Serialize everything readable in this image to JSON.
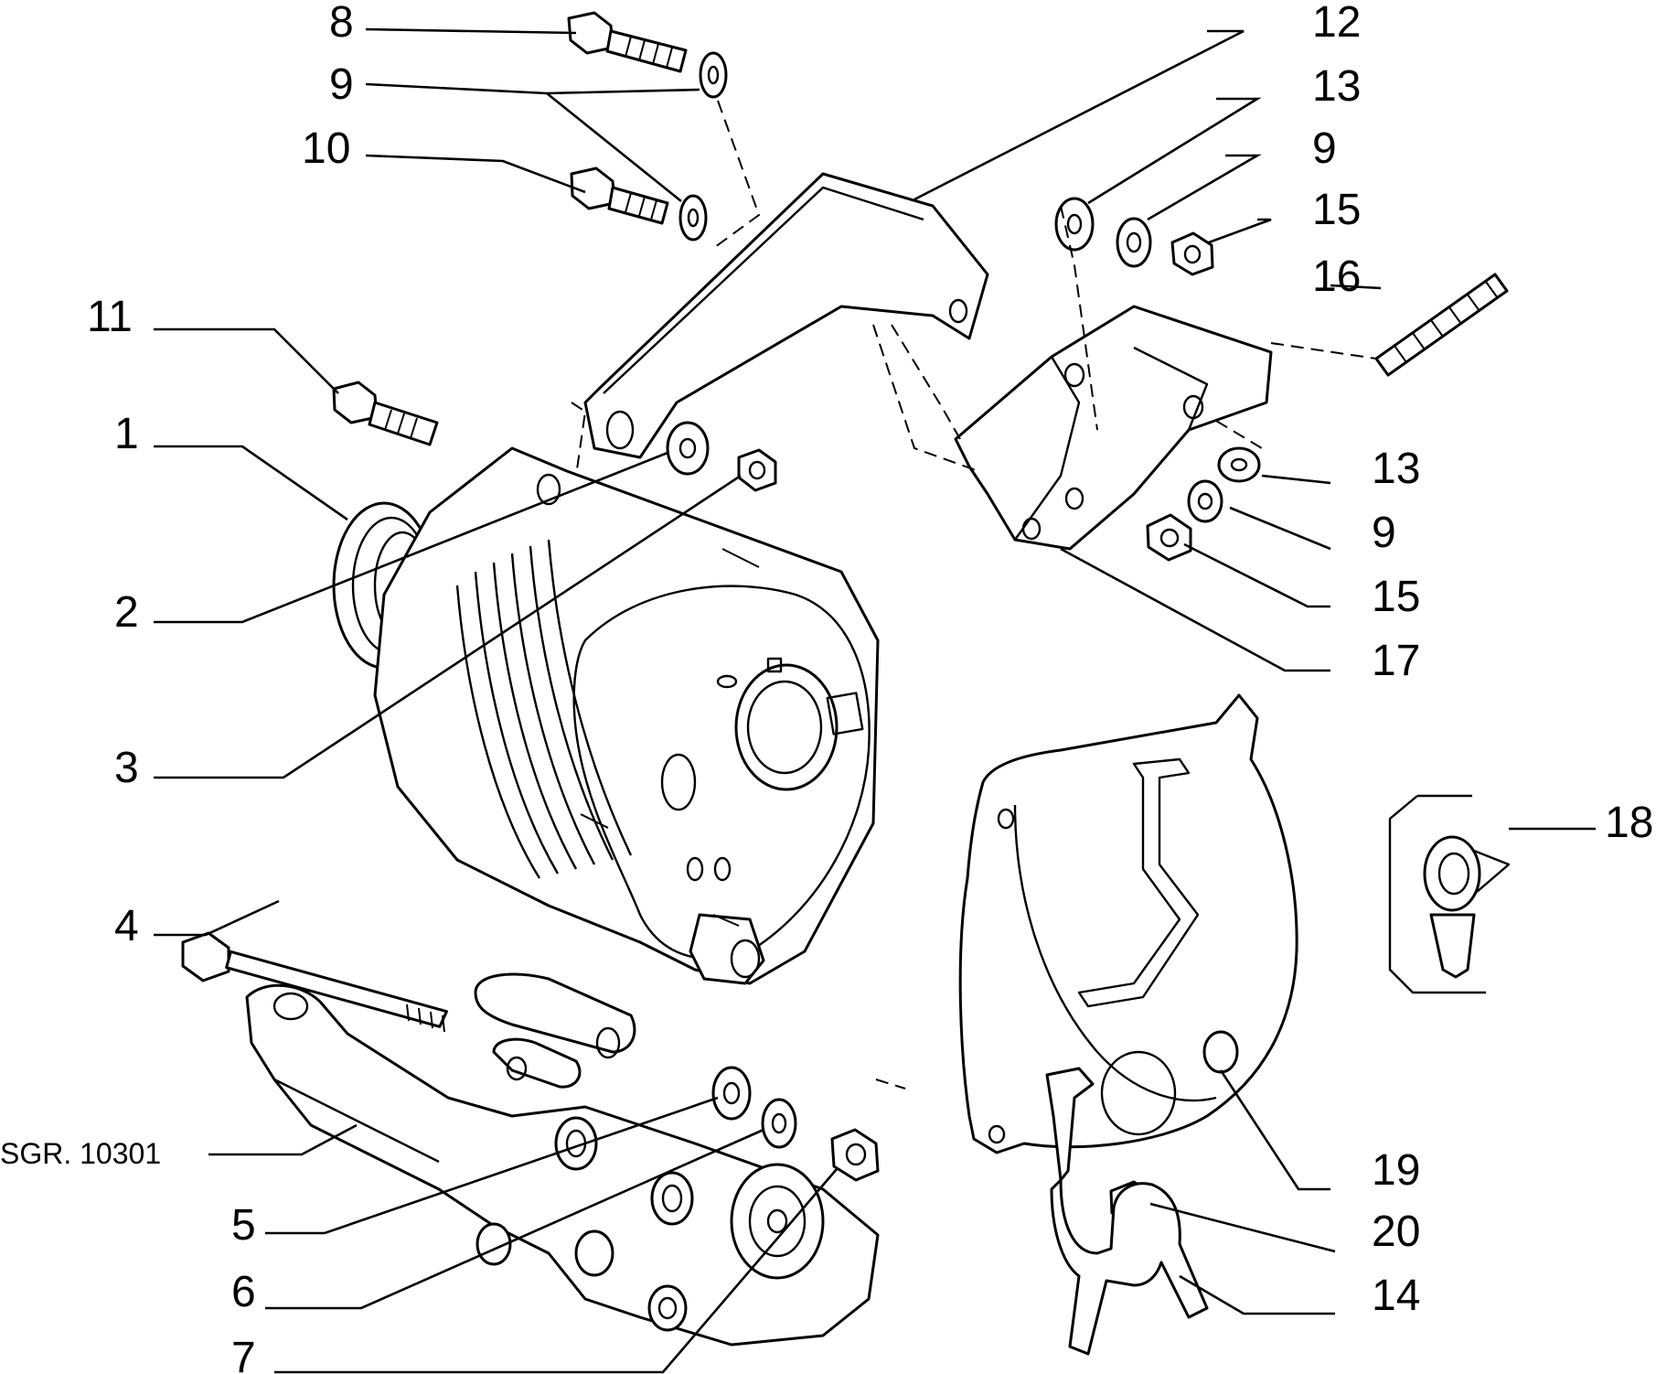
{
  "drawing_code": "SGR. 10301",
  "callouts": {
    "c1": "1",
    "c2": "2",
    "c3": "3",
    "c4": "4",
    "c5": "5",
    "c6": "6",
    "c7": "7",
    "c8": "8",
    "c9a": "9",
    "c10": "10",
    "c11": "11",
    "c12": "12",
    "c13a": "13",
    "c9b": "9",
    "c15a": "15",
    "c16": "16",
    "c13b": "13",
    "c9c": "9",
    "c15b": "15",
    "c17": "17",
    "c18": "18",
    "c19": "19",
    "c20": "20",
    "c14": "14"
  },
  "parts": [
    "alternator",
    "bolt",
    "washer",
    "nut",
    "upper-bracket",
    "rear-bracket",
    "stud",
    "lower-bracket",
    "pulley-cover",
    "clip",
    "pipe-clamp"
  ]
}
